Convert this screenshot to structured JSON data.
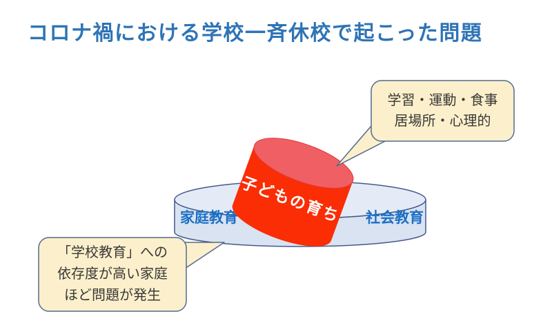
{
  "title": "コロナ禍における学校一斉休校で起こった問題",
  "colors": {
    "title": "#2E74B5",
    "outer_body": "#D9E3F1",
    "outer_top": "#E4EBF6",
    "outer_stroke": "#47598A",
    "outer_label": "#1C6FC5",
    "inner_body": "#FA2D05",
    "inner_top": "#EF5F63",
    "inner_top_stroke": "#DD3A3A",
    "inner_label": "#FFFFFF",
    "callout_fill": "#FBF0CB",
    "callout_stroke": "#54698E",
    "callout_text": "#3B3838"
  },
  "diagram": {
    "outer_cylinder": {
      "left_label": "家庭教育",
      "right_label": "社会教育"
    },
    "inner_cylinder": {
      "label": "子どもの育ち"
    }
  },
  "callouts": {
    "impacts": {
      "lines": [
        "学習・運動・食事",
        "居場所・心理的"
      ]
    },
    "dependency": {
      "lines": [
        "「学校教育」への",
        "依存度が高い家庭",
        "ほど問題が発生"
      ]
    }
  }
}
